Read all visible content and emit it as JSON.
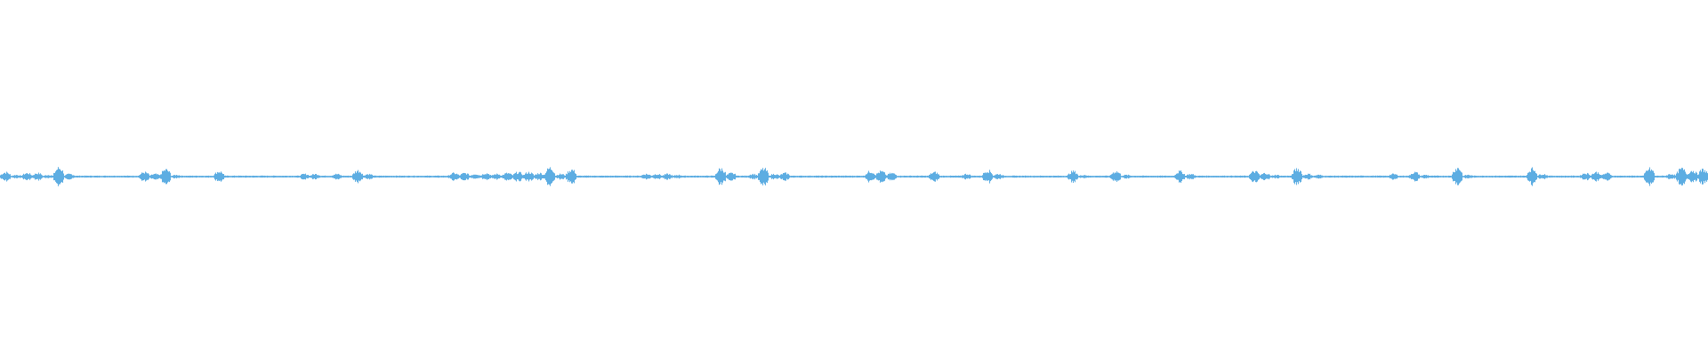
{
  "waveform": {
    "color": "#5dade2",
    "background": "#ffffff",
    "amplitude_envelope": [
      0.5,
      0.2,
      0.4,
      0.4,
      0.2,
      1.0,
      0.3,
      0.1,
      0.1,
      0.1,
      0.1,
      0.1,
      0.1,
      0.5,
      0.3,
      0.8,
      0.2,
      0.1,
      0.1,
      0.1,
      0.6,
      0.1,
      0.1,
      0.1,
      0.1,
      0.1,
      0.1,
      0.1,
      0.3,
      0.3,
      0.1,
      0.3,
      0.1,
      0.7,
      0.3,
      0.1,
      0.1,
      0.1,
      0.1,
      0.1,
      0.1,
      0.1,
      0.4,
      0.4,
      0.3,
      0.4,
      0.3,
      0.4,
      0.5,
      0.5,
      0.4,
      1.0,
      0.3,
      0.8,
      0.1,
      0.1,
      0.1,
      0.1,
      0.1,
      0.1,
      0.3,
      0.3,
      0.3,
      0.2,
      0.1,
      0.1,
      0.1,
      0.9,
      0.4,
      0.1,
      0.3,
      0.9,
      0.3,
      0.4,
      0.1,
      0.1,
      0.1,
      0.1,
      0.1,
      0.1,
      0.1,
      0.6,
      0.6,
      0.4,
      0.1,
      0.1,
      0.1,
      0.5,
      0.1,
      0.1,
      0.3,
      0.1,
      0.7,
      0.3,
      0.1,
      0.1,
      0.1,
      0.1,
      0.1,
      0.1,
      0.6,
      0.2,
      0.1,
      0.1,
      0.6,
      0.2,
      0.1,
      0.1,
      0.1,
      0.1,
      0.6,
      0.3,
      0.1,
      0.1,
      0.1,
      0.1,
      0.1,
      0.6,
      0.4,
      0.2,
      0.1,
      0.9,
      0.3,
      0.2,
      0.1,
      0.1,
      0.1,
      0.1,
      0.1,
      0.1,
      0.3,
      0.1,
      0.5,
      0.2,
      0.1,
      0.1,
      1.0,
      0.2,
      0.1,
      0.1,
      0.1,
      0.1,
      0.1,
      0.9,
      0.3,
      0.1,
      0.1,
      0.1,
      0.4,
      0.5,
      0.4,
      0.1,
      0.1,
      0.1,
      0.9,
      0.1,
      0.3,
      0.9,
      0.7,
      0.8
    ]
  }
}
